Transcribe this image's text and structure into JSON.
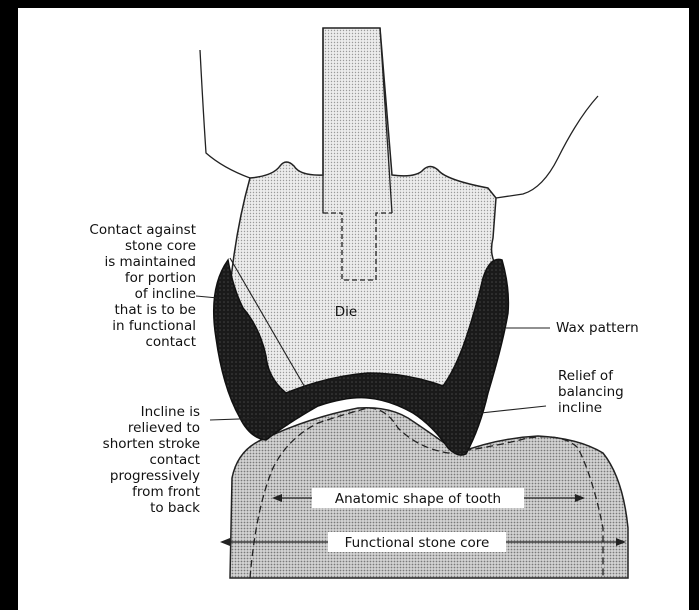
{
  "diagram": {
    "labels": {
      "die": "Die",
      "wax_pattern": "Wax pattern",
      "relief": [
        "Relief of",
        "balancing",
        "incline"
      ],
      "contact": [
        "Contact against",
        "stone core",
        "is maintained",
        "for portion",
        "of incline",
        "that is to be",
        "in functional",
        "contact"
      ],
      "incline": [
        "Incline is",
        "relieved to",
        "shorten stroke",
        "contact",
        "progressively",
        "from front",
        "to back"
      ],
      "anatomic": "Anatomic shape of tooth",
      "functional": "Functional stone core"
    },
    "colors": {
      "frame": "#000000",
      "background": "#ffffff",
      "die_fill": "#e6e6e6",
      "wax_fill": "#1e1e1e",
      "stone_fill": "#c8c8c8"
    }
  }
}
